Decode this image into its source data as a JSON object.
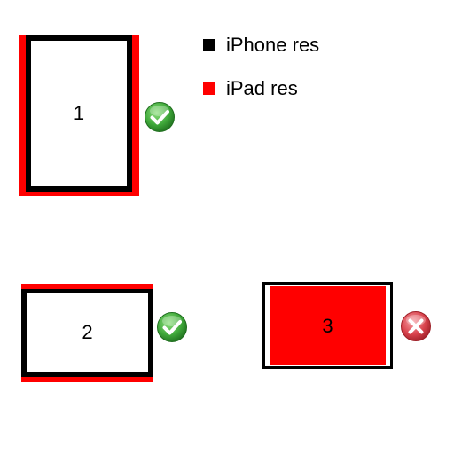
{
  "colors": {
    "iphone": "#000000",
    "ipad": "#ff0000",
    "background": "#ffffff",
    "check_green": "#3fa83a",
    "cross_red": "#d9434d"
  },
  "legend": [
    {
      "label": "iPhone res",
      "color_key": "iphone"
    },
    {
      "label": "iPad res",
      "color_key": "ipad"
    }
  ],
  "diagrams": [
    {
      "label": "1",
      "status": "check-icon"
    },
    {
      "label": "2",
      "status": "check-icon"
    },
    {
      "label": "3",
      "status": "cross-icon"
    }
  ]
}
